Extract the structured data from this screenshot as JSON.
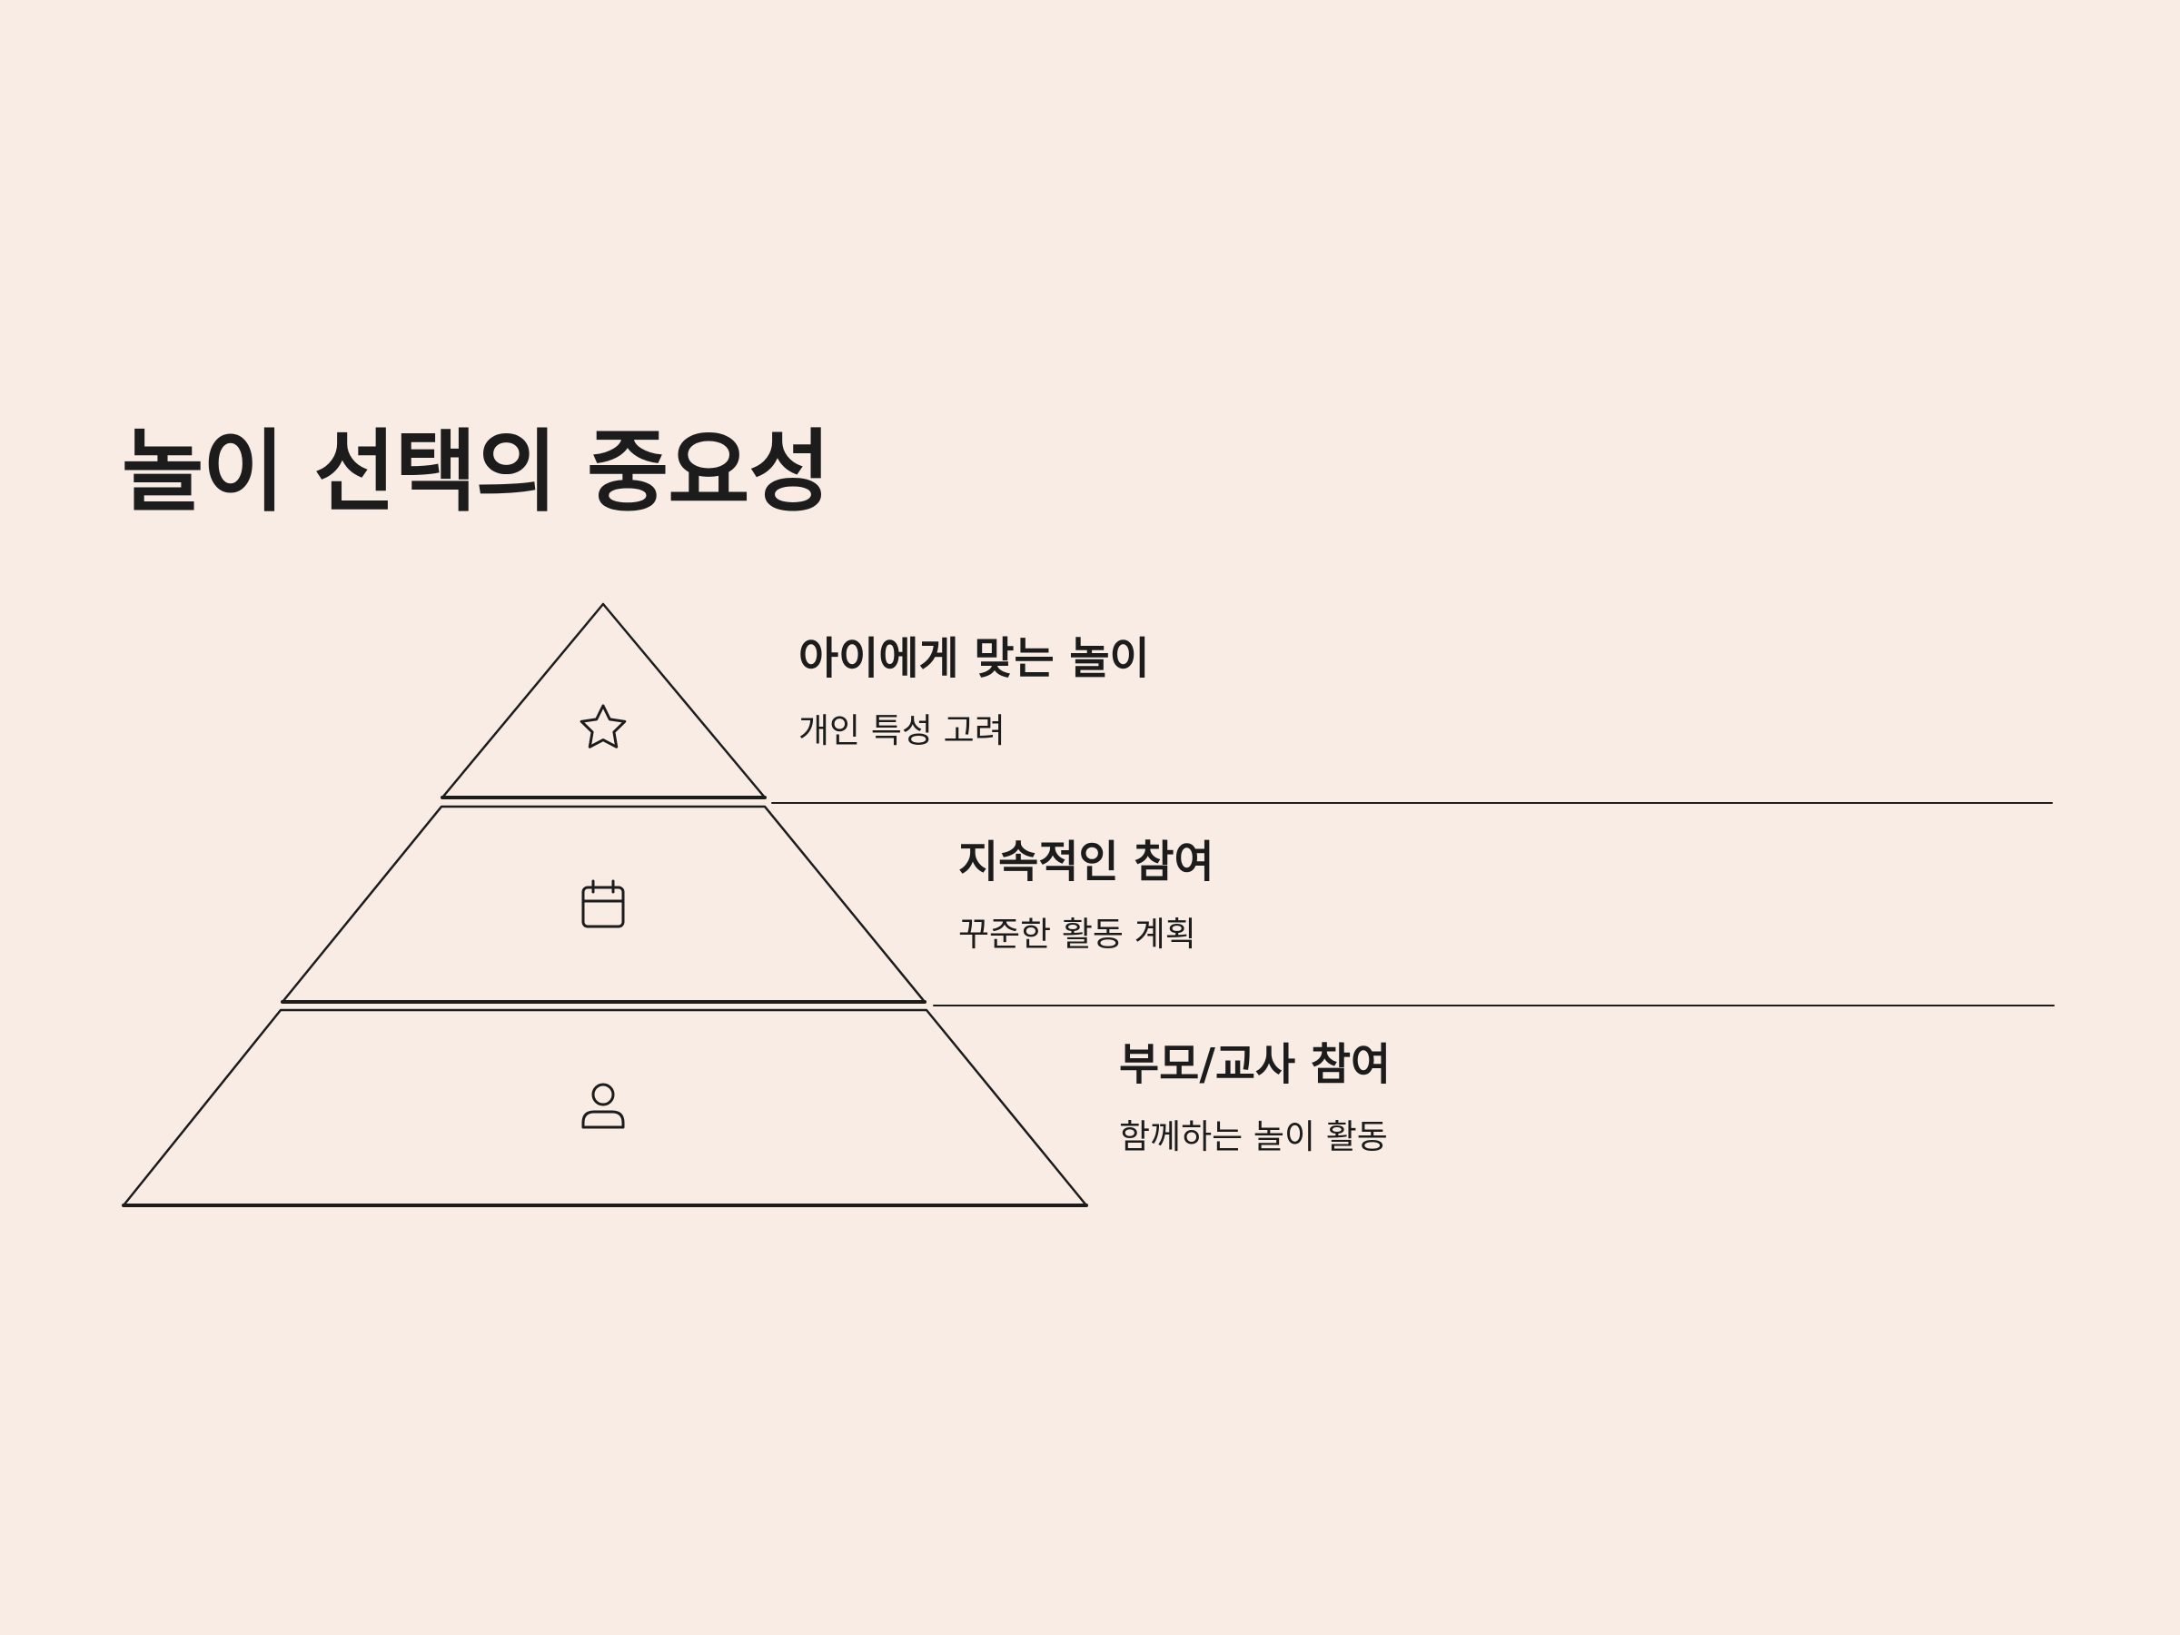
{
  "title": "놀이 선택의 중요성",
  "tiers": [
    {
      "title": "아이에게 맞는 놀이",
      "subtitle": "개인 특성 고려",
      "icon": "star-icon"
    },
    {
      "title": "지속적인 참여",
      "subtitle": "꾸준한 활동 계획",
      "icon": "calendar-icon"
    },
    {
      "title": "부모/교사 참여",
      "subtitle": "함께하는 놀이 활동",
      "icon": "person-icon"
    }
  ],
  "colors": {
    "background": "#F8ECE5",
    "ink": "#1C1C1C"
  }
}
